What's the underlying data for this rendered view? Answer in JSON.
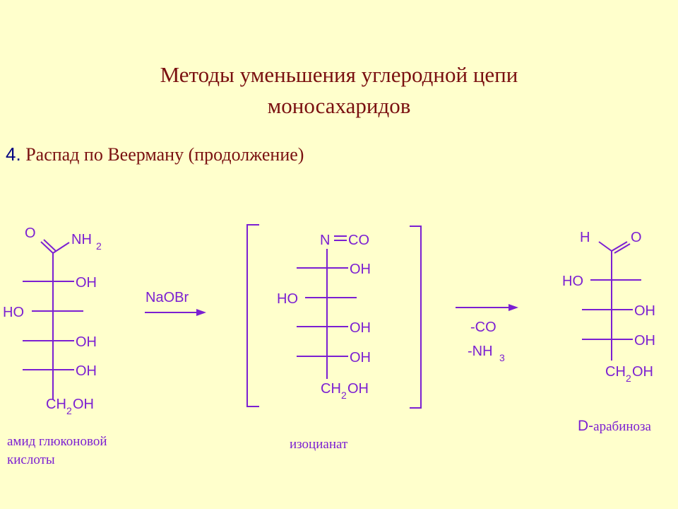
{
  "slide": {
    "title_line1": "Методы уменьшения углеродной цепи",
    "title_line2": "моносахаридов",
    "section_number": "4.",
    "section_text": " Распад по Веерману (продолжение)"
  },
  "reagents": {
    "step1": "NaOBr",
    "step2_line1": "-CO",
    "step2_line2": "-NH",
    "step2_line2_sub": "3"
  },
  "labels": {
    "O": "O",
    "H": "H",
    "N": "N",
    "NH": "NH",
    "sub2": "2",
    "OH": "OH",
    "HO": "HO",
    "CO": "CO",
    "CH": "CH"
  },
  "captions": {
    "amide_line1": "амид глюконовой",
    "amide_line2": "кислоты",
    "isocyanate": "изоцианат",
    "product_prefix": "D-",
    "product_name": "арабиноза"
  },
  "colors": {
    "background": "#FFFFCC",
    "title": "#7A1010",
    "section_number": "#000080",
    "structure": "#7B1FD2"
  }
}
